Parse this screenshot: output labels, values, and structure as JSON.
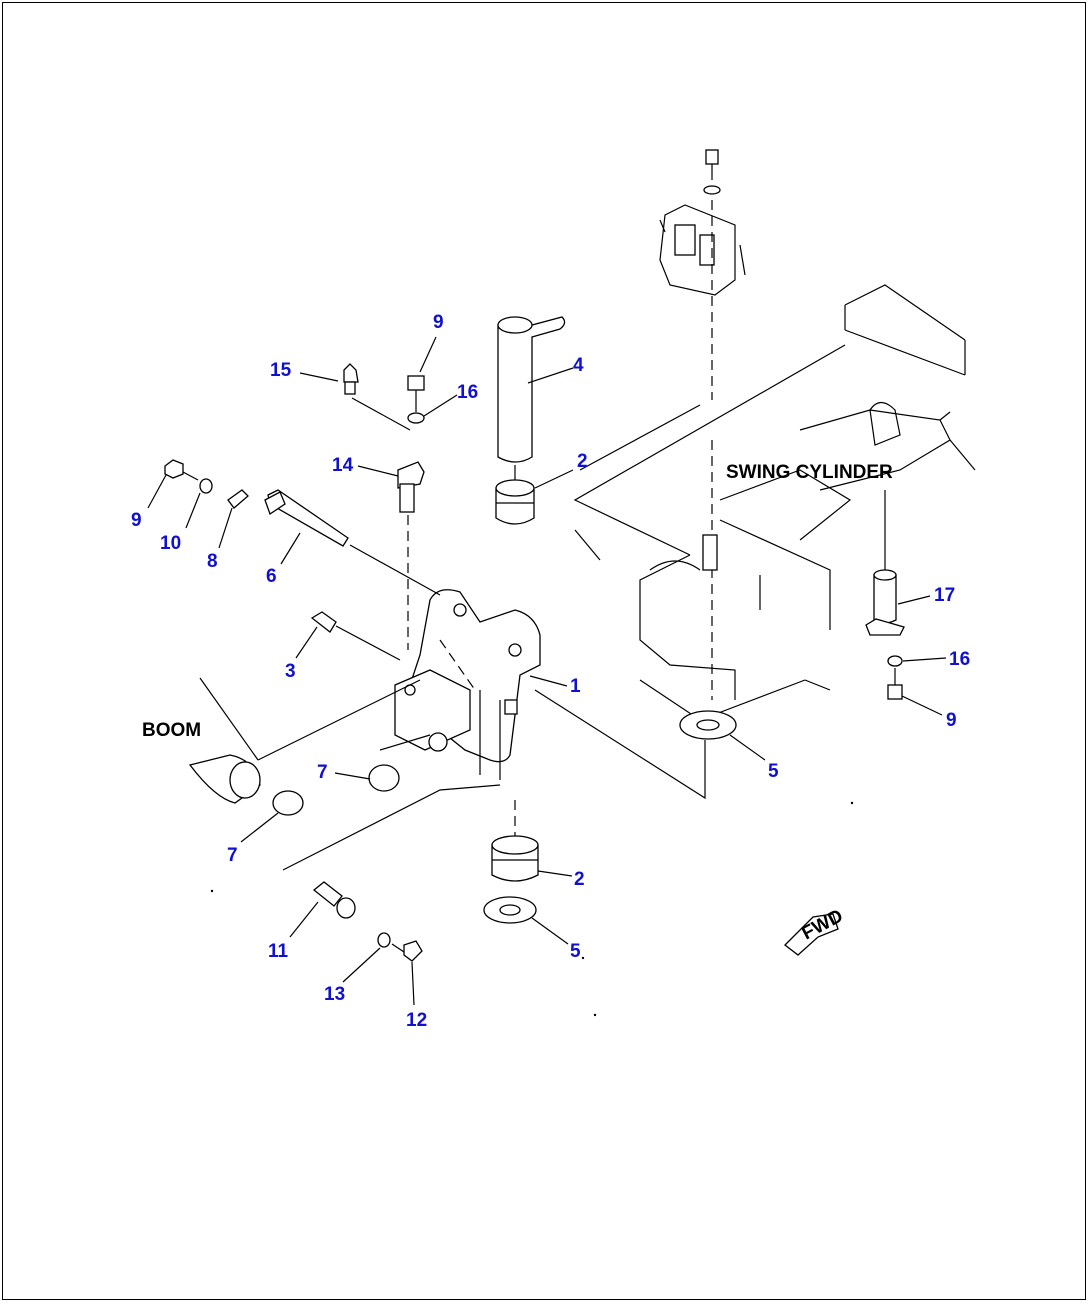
{
  "diagram": {
    "labels": {
      "swing_cylinder": "SWING CYLINDER",
      "boom": "BOOM",
      "fwd": "FWD"
    },
    "callout_color": "#1010d0",
    "callouts": [
      {
        "id": "c9a",
        "text": "9"
      },
      {
        "id": "c15",
        "text": "15"
      },
      {
        "id": "c16a",
        "text": "16"
      },
      {
        "id": "c4",
        "text": "4"
      },
      {
        "id": "c14",
        "text": "14"
      },
      {
        "id": "c2a",
        "text": "2"
      },
      {
        "id": "c9b",
        "text": "9"
      },
      {
        "id": "c10",
        "text": "10"
      },
      {
        "id": "c8",
        "text": "8"
      },
      {
        "id": "c6",
        "text": "6"
      },
      {
        "id": "c3",
        "text": "3"
      },
      {
        "id": "c1",
        "text": "1"
      },
      {
        "id": "c7a",
        "text": "7"
      },
      {
        "id": "c7b",
        "text": "7"
      },
      {
        "id": "c5a",
        "text": "5"
      },
      {
        "id": "c17",
        "text": "17"
      },
      {
        "id": "c16b",
        "text": "16"
      },
      {
        "id": "c9c",
        "text": "9"
      },
      {
        "id": "c2b",
        "text": "2"
      },
      {
        "id": "c5b",
        "text": "5"
      },
      {
        "id": "c11",
        "text": "11"
      },
      {
        "id": "c13",
        "text": "13"
      },
      {
        "id": "c12",
        "text": "12"
      }
    ]
  }
}
